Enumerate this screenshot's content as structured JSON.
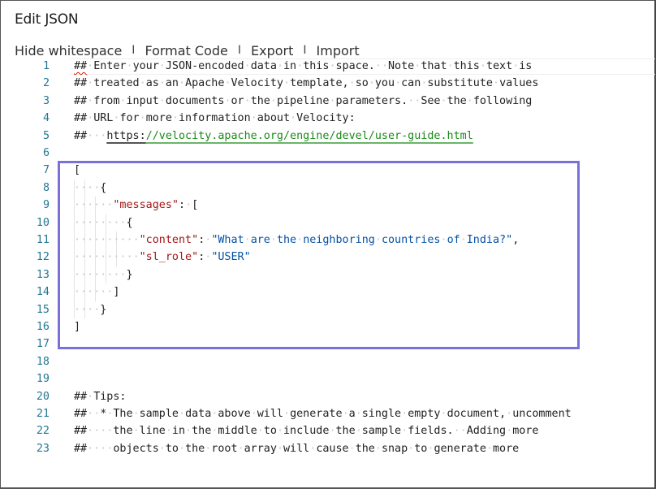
{
  "header": {
    "title": "Edit JSON"
  },
  "toolbar": {
    "hide_whitespace": "Hide whitespace",
    "format_code": "Format Code",
    "export": "Export",
    "import": "Import",
    "separator": "I"
  },
  "editor": {
    "highlight_color": "#7b6fd9",
    "line_number_color": "#237893",
    "lines": [
      {
        "n": "1",
        "text": "## Enter your JSON-encoded data in this space.  Note that this text is"
      },
      {
        "n": "2",
        "text": "## treated as an Apache Velocity template, so you can substitute values"
      },
      {
        "n": "3",
        "text": "## from input documents or the pipeline parameters.  See the following"
      },
      {
        "n": "4",
        "text": "## URL for more information about Velocity:"
      },
      {
        "n": "5",
        "prefix": "##   ",
        "url_scheme": "https:",
        "url_rest": "//velocity.apache.org/engine/devel/user-guide.html"
      },
      {
        "n": "6",
        "text": ""
      },
      {
        "n": "7",
        "text": "["
      },
      {
        "n": "8",
        "text": "{"
      },
      {
        "n": "9",
        "key": "\"messages\"",
        "after": ": ["
      },
      {
        "n": "10",
        "text": "{"
      },
      {
        "n": "11",
        "key": "\"content\"",
        "sep": ": ",
        "value": "\"What are the neighboring countries of India?\"",
        "after": ","
      },
      {
        "n": "12",
        "key": "\"sl_role\"",
        "sep": ": ",
        "value": "\"USER\""
      },
      {
        "n": "13",
        "text": "}"
      },
      {
        "n": "14",
        "text": "]"
      },
      {
        "n": "15",
        "text": "}"
      },
      {
        "n": "16",
        "text": "]"
      },
      {
        "n": "17",
        "text": ""
      },
      {
        "n": "18",
        "text": ""
      },
      {
        "n": "19",
        "text": ""
      },
      {
        "n": "20",
        "text": "## Tips:"
      },
      {
        "n": "21",
        "text": "##  * The sample data above will generate a single empty document, uncomment"
      },
      {
        "n": "22",
        "text": "##    the line in the middle to include the sample fields.  Adding more"
      },
      {
        "n": "23",
        "text": "##    objects to the root array will cause the snap to generate more"
      }
    ]
  }
}
